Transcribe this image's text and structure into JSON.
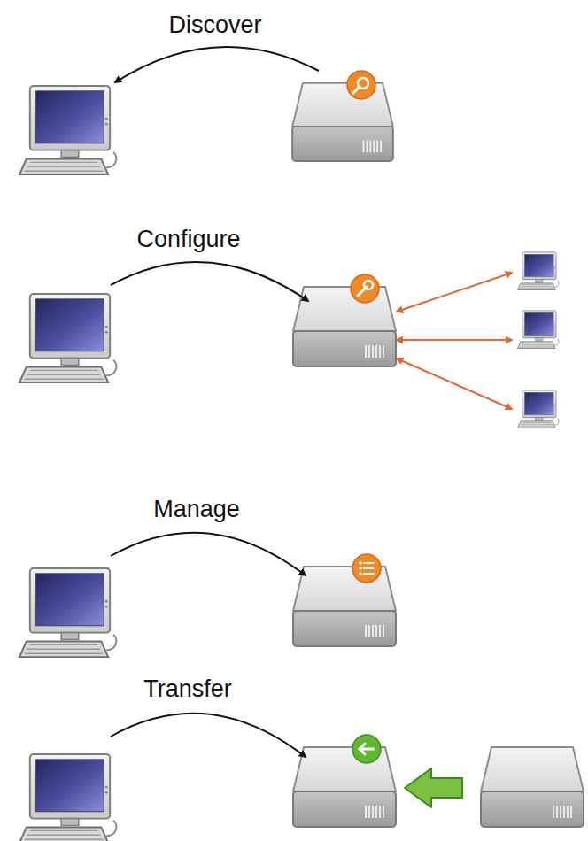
{
  "diagram": {
    "labels": [
      "Discover",
      "Configure",
      "Manage",
      "Transfer"
    ]
  }
}
